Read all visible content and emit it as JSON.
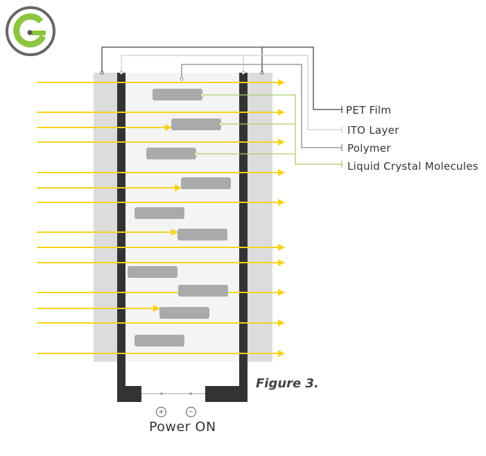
{
  "colors": {
    "light_ray": "#f5d31b",
    "pet_film": "#dcdcdc",
    "ito_layer": "#333333",
    "polymer": "#f4f4f4",
    "molecule": "#aaaaaa",
    "logo_gray": "#666666",
    "logo_green": "#8cc63f",
    "leader_green": "#a8cf6a"
  },
  "labels": {
    "pet_film": "PET Film",
    "ito_layer": "ITO Layer",
    "polymer": "Polymer",
    "liquid_crystal": "Liquid Crystal Molecules"
  },
  "caption": "Figure 3.",
  "power": {
    "label": "Power ON",
    "plus": "+",
    "minus": "−"
  },
  "logo": {
    "icon": "brand-logo-icon"
  }
}
